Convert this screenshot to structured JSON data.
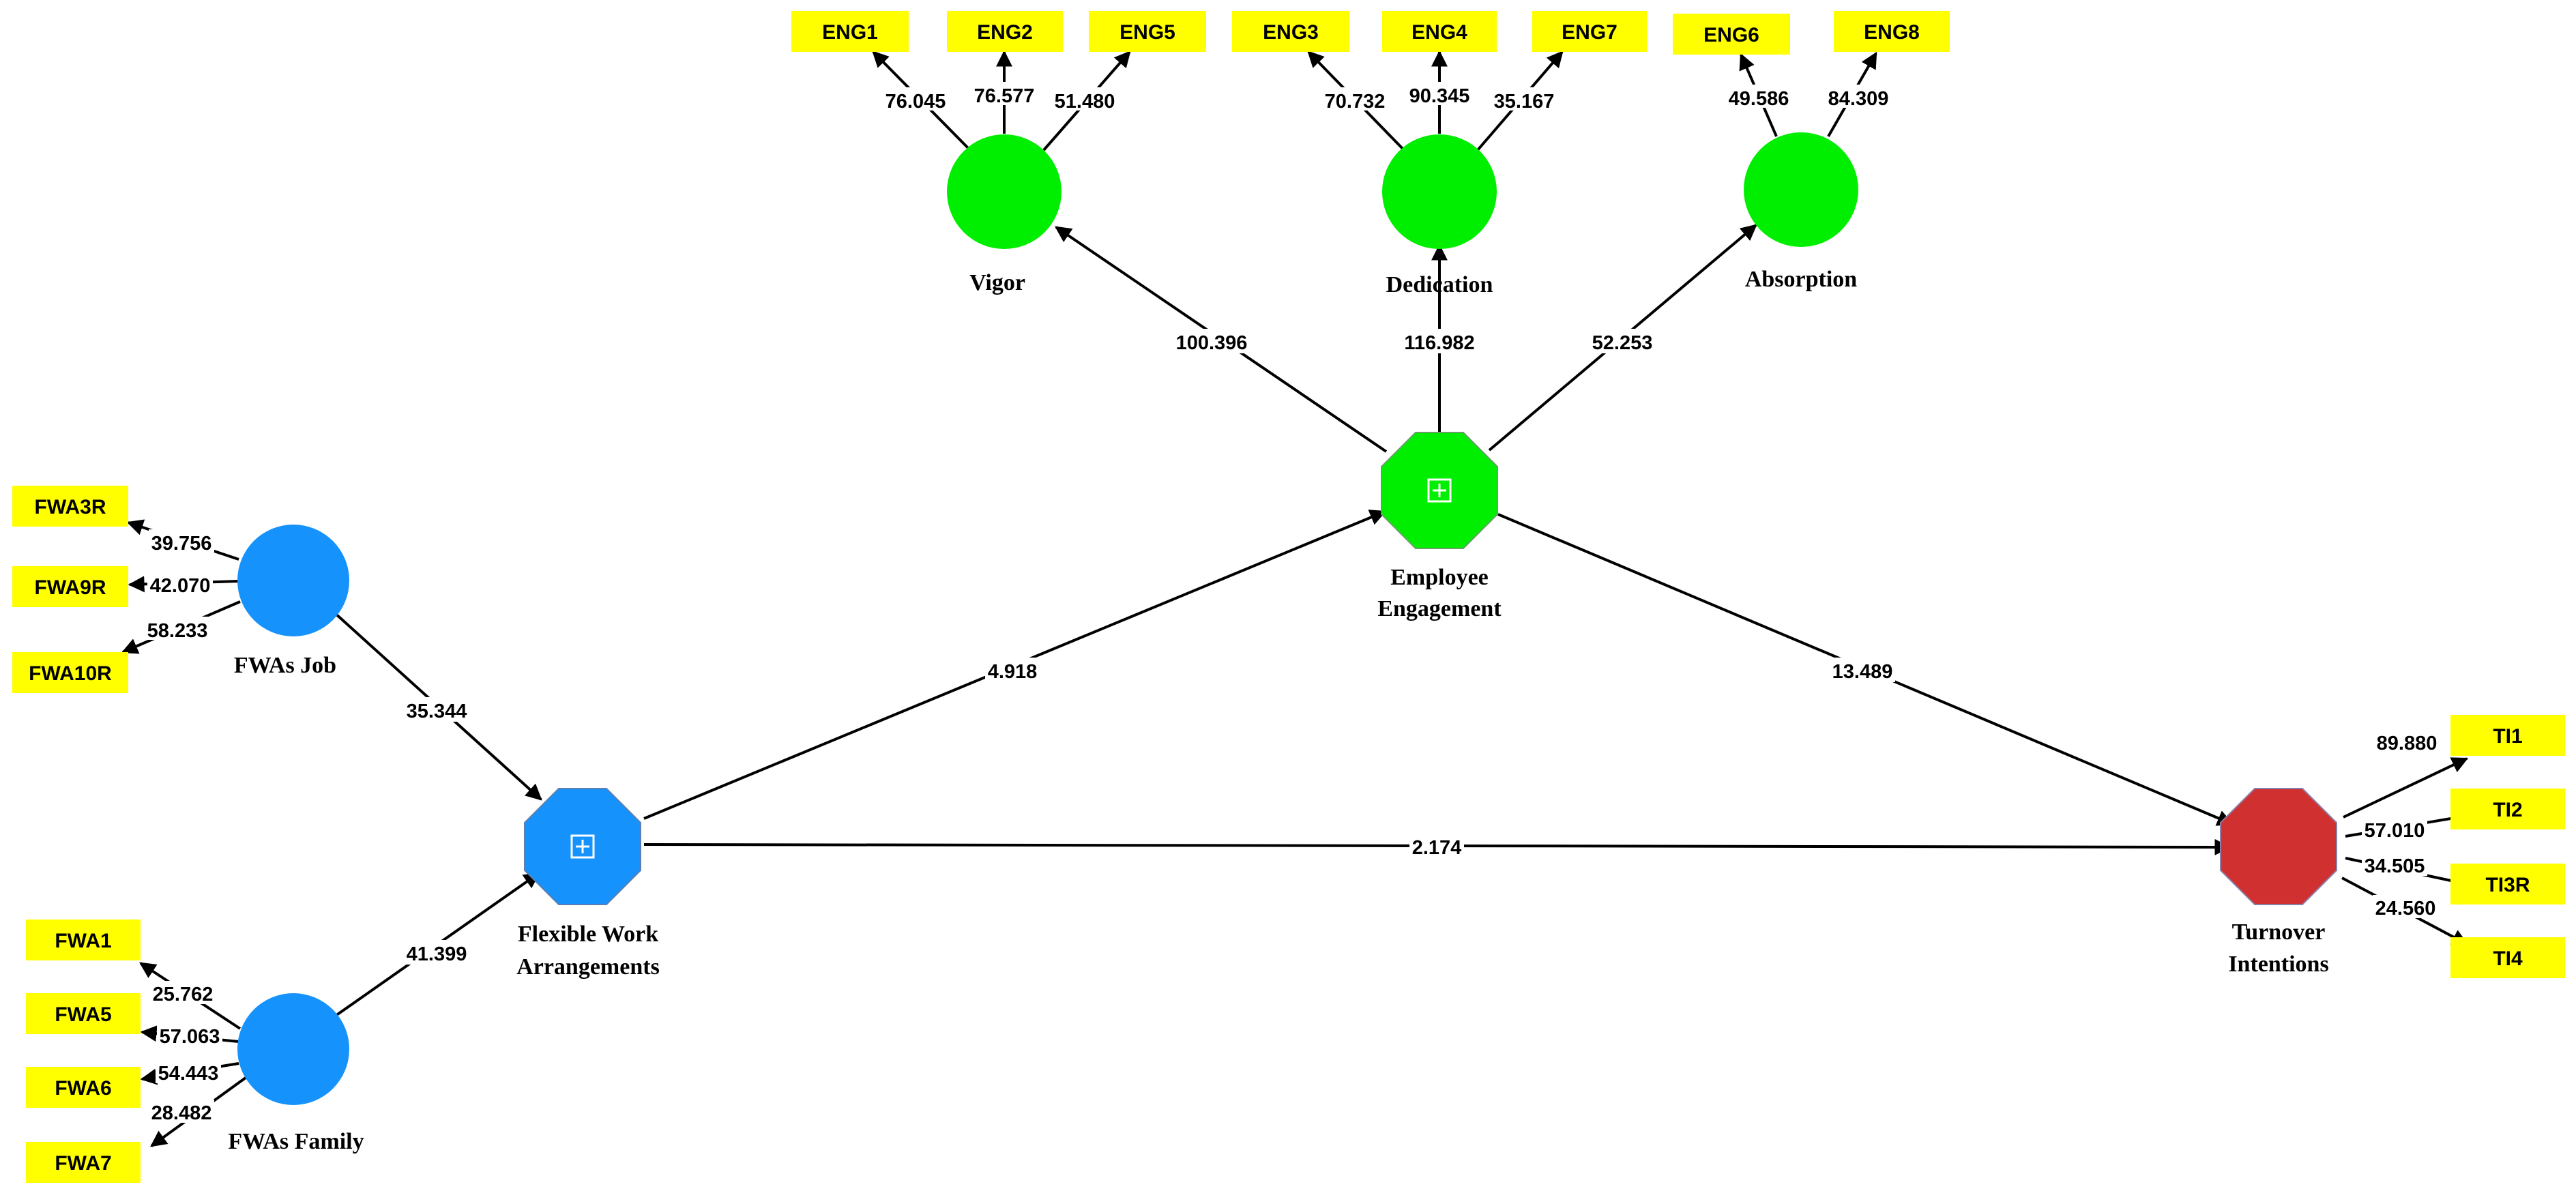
{
  "colors": {
    "indicator_fill": "#ffff00",
    "blue": "#1592fb",
    "green": "#00ee00",
    "red": "#d13030",
    "edge": "#000000"
  },
  "constructs": {
    "vigor": {
      "label": "Vigor",
      "shape": "circle",
      "color": "green"
    },
    "dedication": {
      "label": "Dedication",
      "shape": "circle",
      "color": "green"
    },
    "absorption": {
      "label": "Absorption",
      "shape": "circle",
      "color": "green"
    },
    "fwas_job": {
      "label": "FWAs Job",
      "shape": "circle",
      "color": "blue"
    },
    "fwas_family": {
      "label": "FWAs Family",
      "shape": "circle",
      "color": "blue"
    },
    "flexible_work": {
      "label_line1": "Flexible Work",
      "label_line2": "Arrangements",
      "shape": "octagon",
      "color": "blue",
      "icon": "expand-plus-icon"
    },
    "employee_engagement": {
      "label_line1": "Employee",
      "label_line2": "Engagement",
      "shape": "octagon",
      "color": "green",
      "icon": "expand-plus-icon"
    },
    "turnover": {
      "label_line1": "Turnover",
      "label_line2": "Intentions",
      "shape": "octagon",
      "color": "red"
    }
  },
  "indicators": {
    "ENG1": "ENG1",
    "ENG2": "ENG2",
    "ENG5": "ENG5",
    "ENG3": "ENG3",
    "ENG4": "ENG4",
    "ENG7": "ENG7",
    "ENG6": "ENG6",
    "ENG8": "ENG8",
    "FWA3R": "FWA3R",
    "FWA9R": "FWA9R",
    "FWA10R": "FWA10R",
    "FWA1": "FWA1",
    "FWA5": "FWA5",
    "FWA6": "FWA6",
    "FWA7": "FWA7",
    "TI1": "TI1",
    "TI2": "TI2",
    "TI3R": "TI3R",
    "TI4": "TI4"
  },
  "loadings": {
    "vigor_ENG1": "76.045",
    "vigor_ENG2": "76.577",
    "vigor_ENG5": "51.480",
    "dedication_ENG3": "70.732",
    "dedication_ENG4": "90.345",
    "dedication_ENG7": "35.167",
    "absorption_ENG6": "49.586",
    "absorption_ENG8": "84.309",
    "job_FWA3R": "39.756",
    "job_FWA9R": "42.070",
    "job_FWA10R": "58.233",
    "family_FWA1": "25.762",
    "family_FWA5": "57.063",
    "family_FWA6": "54.443",
    "family_FWA7": "28.482",
    "ti_TI1": "89.880",
    "ti_TI2": "57.010",
    "ti_TI3R": "34.505",
    "ti_TI4": "24.560"
  },
  "paths": {
    "ee_vigor": "100.396",
    "ee_dedication": "116.982",
    "ee_absorption": "52.253",
    "job_fwa": "35.344",
    "family_fwa": "41.399",
    "fwa_ee": "4.918",
    "ee_ti": "13.489",
    "fwa_ti": "2.174"
  }
}
